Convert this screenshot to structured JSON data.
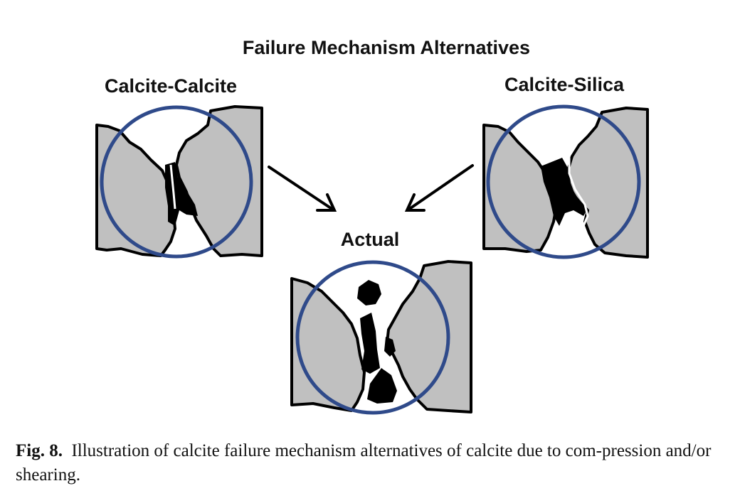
{
  "title": "Failure Mechanism Alternatives",
  "panels": {
    "calcite_calcite": "Calcite-Calcite",
    "calcite_silica": "Calcite-Silica",
    "actual": "Actual"
  },
  "caption": {
    "label": "Fig. 8.",
    "text": "Illustration of calcite failure mechanism alternatives of calcite due to com-pression and/or shearing."
  },
  "colors": {
    "grain_fill": "#c0c0c0",
    "outline": "#000000",
    "circle": "#2f4a8a"
  }
}
